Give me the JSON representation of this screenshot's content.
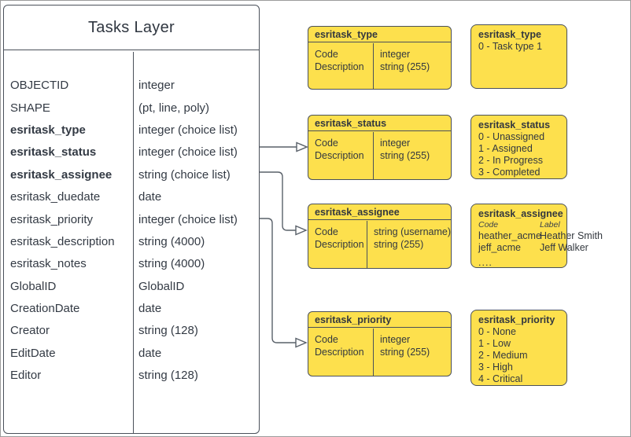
{
  "colors": {
    "box_fill": "#fde04d",
    "box_stroke": "#4a505a",
    "text": "#333a44",
    "connector": "#596069",
    "canvas_border": "#9c9c9c"
  },
  "tasks_table": {
    "title": "Tasks Layer",
    "fields": [
      {
        "name": "OBJECTID",
        "type": "integer"
      },
      {
        "name": "SHAPE",
        "type": "(pt, line, poly)"
      },
      {
        "name": "esritask_type",
        "type": "integer (choice list)"
      },
      {
        "name": "esritask_status",
        "type": "integer (choice list)"
      },
      {
        "name": "esritask_assignee",
        "type": "string (choice list)"
      },
      {
        "name": "esritask_duedate",
        "type": "date"
      },
      {
        "name": "esritask_priority",
        "type": "integer (choice list)"
      },
      {
        "name": "esritask_description",
        "type": "string (4000)"
      },
      {
        "name": "esritask_notes",
        "type": "string (4000)"
      },
      {
        "name": "GlobalID",
        "type": "GlobalID"
      },
      {
        "name": "CreationDate",
        "type": "date"
      },
      {
        "name": "Creator",
        "type": "string (128)"
      },
      {
        "name": "EditDate",
        "type": "date"
      },
      {
        "name": "Editor",
        "type": "string (128)"
      }
    ]
  },
  "schema_boxes": [
    {
      "title": "esritask_type",
      "left": [
        "Code",
        "Description"
      ],
      "right": [
        "integer",
        "string (255)"
      ]
    },
    {
      "title": "esritask_status",
      "left": [
        "Code",
        "Description"
      ],
      "right": [
        "integer",
        "string (255)"
      ]
    },
    {
      "title": "esritask_assignee",
      "left": [
        "Code",
        "Description"
      ],
      "right": [
        "string (username)",
        "string (255)"
      ]
    },
    {
      "title": "esritask_priority",
      "left": [
        "Code",
        "Description"
      ],
      "right": [
        "integer",
        "string (255)"
      ]
    }
  ],
  "value_boxes": [
    {
      "title": "esritask_type",
      "lines": [
        "0 - Task type 1"
      ]
    },
    {
      "title": "esritask_status",
      "lines": [
        "0 - Unassigned",
        "1 - Assigned",
        "2 - In Progress",
        "3 - Completed"
      ]
    },
    {
      "title": "esritask_assignee",
      "col_headers": [
        "Code",
        "Label"
      ],
      "rows": [
        [
          "heather_acme",
          "Heather Smith"
        ],
        [
          "jeff_acme",
          "Jeff Walker"
        ]
      ],
      "ellipsis": "...."
    },
    {
      "title": "esritask_priority",
      "lines": [
        "0 - None",
        "1 - Low",
        "2 - Medium",
        "3 - High",
        "4 - Critical"
      ]
    }
  ]
}
